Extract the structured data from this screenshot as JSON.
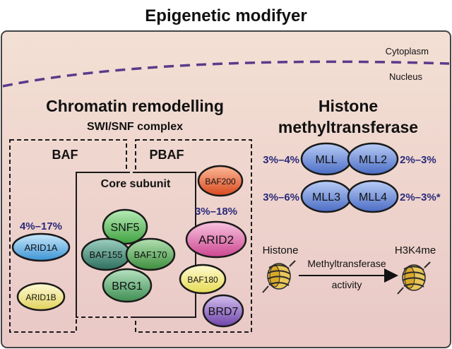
{
  "title": "Epigenetic modifyer",
  "regions": {
    "cytoplasm": "Cytoplasm",
    "nucleus": "Nucleus"
  },
  "chromatin": {
    "heading": "Chromatin remodelling",
    "subheading": "SWI/SNF complex",
    "baf_label": "BAF",
    "pbaf_label": "PBAF",
    "core_label": "Core subunit",
    "core_subunits": {
      "snf5": "SNF5",
      "baf155": "BAF155",
      "baf170": "BAF170",
      "brg1": "BRG1"
    },
    "baf_subunits": {
      "arid1a": "ARID1A",
      "arid1b": "ARID1B",
      "arid1a_freq": "4%–17%"
    },
    "pbaf_subunits": {
      "baf200": "BAF200",
      "arid2": "ARID2",
      "arid2_freq": "3%–18%",
      "baf180": "BAF180",
      "brd7": "BRD7"
    }
  },
  "histone": {
    "heading_line1": "Histone",
    "heading_line2": "methyltransferase",
    "enzymes": {
      "mll": "MLL",
      "mll2": "MLL2",
      "mll3": "MLL3",
      "mll4": "MLL4"
    },
    "frequencies": {
      "mll": "3%–4%",
      "mll2": "2%–3%",
      "mll3": "3%–6%",
      "mll4": "2%–3%*"
    },
    "reaction": {
      "from": "Histone",
      "to": "H3K4me",
      "line1": "Methyltransferase",
      "line2": "activity"
    }
  },
  "colors": {
    "background_top": "#f3e0d4",
    "background_bottom": "#e9c8c6",
    "membrane": "#5a3b8c",
    "frequency_text": "#2a2a7a",
    "mll_blue": "#6f8fd8",
    "snf5_green": "#6fc56f",
    "baf155_teal": "#3f8f7a",
    "baf170_green": "#4fa84f",
    "brg1_green": "#5fae6f",
    "arid1a_blue": "#66b6e8",
    "arid1b_yellow": "#f0e58a",
    "baf200_orange": "#e8643a",
    "arid2_pink": "#e06aa8",
    "baf180_yellow": "#f2ea7a",
    "brd7_purple": "#8b5fc0",
    "nucleosome": "#d9b530"
  }
}
